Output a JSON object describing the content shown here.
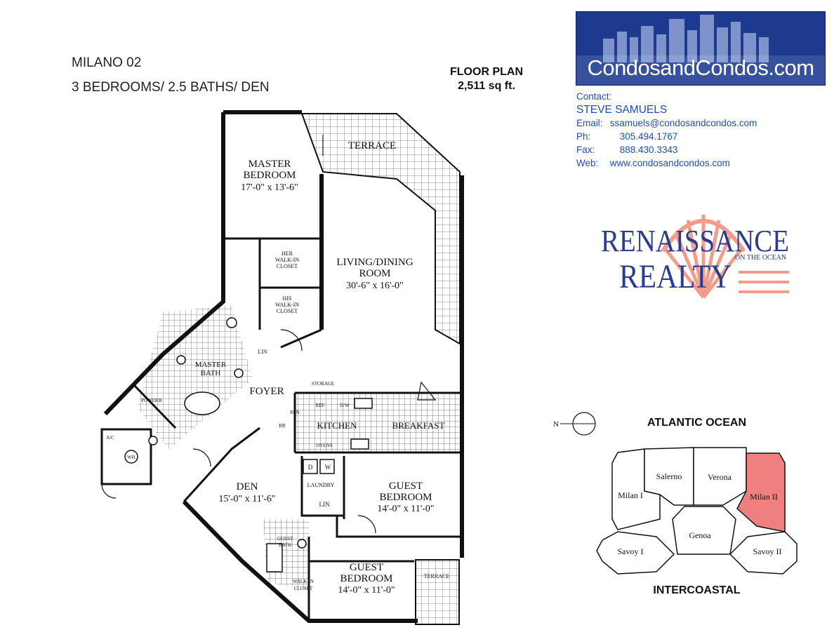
{
  "unit": {
    "name": "MILANO 02",
    "description": "3 BEDROOMS/ 2.5 BATHS/ DEN"
  },
  "floor_plan": {
    "heading": "FLOOR PLAN",
    "area": "2,511 sq ft.",
    "rooms": {
      "terrace_top": "TERRACE",
      "master_bedroom_1": "MASTER",
      "master_bedroom_2": "BEDROOM",
      "master_bedroom_dim": "17'-0\" x 13'-6\"",
      "her_closet_1": "HER",
      "her_closet_2": "WALK-IN",
      "her_closet_3": "CLOSET",
      "his_closet_1": "HIS",
      "his_closet_2": "WALK-IN",
      "his_closet_3": "CLOSET",
      "living_1": "LIVING/DINING",
      "living_2": "ROOM",
      "living_dim": "30'-6\" x 16'-0\"",
      "lin_1": "LIN",
      "master_bath_1": "MASTER",
      "master_bath_2": "BATH",
      "foyer": "FOYER",
      "storage": "STORAGE",
      "powder": "POWDER",
      "ac": "A/C",
      "wh": "WH",
      "ref": "REF",
      "dw": "D/W",
      "pan": "PAN",
      "br": "BR",
      "kitchen": "KITCHEN",
      "breakfast": "BREAKFAST",
      "ovens": "OVENS",
      "d": "D",
      "w": "W",
      "laundry": "LAUNDRY",
      "lin_2": "LIN",
      "den": "DEN",
      "den_dim": "15'-0\" x 11'-6\"",
      "guest_bedroom_1a": "GUEST",
      "guest_bedroom_1b": "BEDROOM",
      "guest_bedroom_1_dim": "14'-0\" x 11'-0\"",
      "guest_bath_1": "GUEST",
      "guest_bath_2": "BATH",
      "walkin_1": "WALK-IN",
      "walkin_2": "CLOSET",
      "guest_bedroom_2a": "GUEST",
      "guest_bedroom_2b": "BEDROOM",
      "guest_bedroom_2_dim": "14'-0\" x 11'-0\"",
      "terrace_bottom": "TERRACE"
    }
  },
  "brand": {
    "banner_text": "CondosandCondos.com",
    "banner_color": "#1d3a8f"
  },
  "contact": {
    "heading": "Contact:",
    "name": "STEVE SAMUELS",
    "email_label": "Email:",
    "email": "ssamuels@condosandcondos.com",
    "phone_label": "Ph:",
    "phone": "305.494.1767",
    "fax_label": "Fax:",
    "fax": "888.430.3343",
    "web_label": "Web:",
    "web": "www.condosandcondos.com"
  },
  "realty_logo": {
    "line1": "RENAISSANCE",
    "line2": "REALTY",
    "tagline": "ON THE OCEAN",
    "text_color": "#2b3c8c",
    "shell_color": "#f29c8b"
  },
  "site_plan": {
    "top_label": "ATLANTIC OCEAN",
    "bottom_label": "INTERCOASTAL",
    "compass_label": "N",
    "highlight_color": "#f08080",
    "buildings": {
      "milan1": "Milan I",
      "salerno": "Salerno",
      "verona": "Verona",
      "milan2": "Milan II",
      "genoa": "Genoa",
      "savoy1": "Savoy I",
      "savoy2": "Savoy II"
    }
  }
}
